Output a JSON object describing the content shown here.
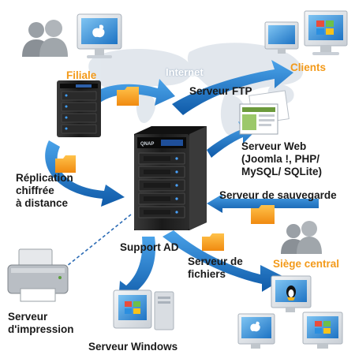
{
  "labels": {
    "filiale": "Filiale",
    "internet": "Internet",
    "clients": "Clients",
    "serveur_ftp": "Serveur FTP",
    "serveur_web": "Serveur Web\n(Joomla !, PHP/\nMySQL/ SQLite)",
    "replication": "Réplication\nchiffrée\nà distance",
    "serveur_sauvegarde": "Serveur de sauvegarde",
    "support_ad": "Support AD",
    "serveur_fichiers": "Serveur de\nfichiers",
    "siege_central": "Siège central",
    "serveur_impression": "Serveur\nd'impression",
    "serveur_windows": "Serveur Windows"
  },
  "nas_display": "QNAP",
  "colors": {
    "accent": "#f39a1a",
    "arrow": "#1b6fc0",
    "folder": "#f7a824",
    "nas": "#1c1c1c"
  }
}
